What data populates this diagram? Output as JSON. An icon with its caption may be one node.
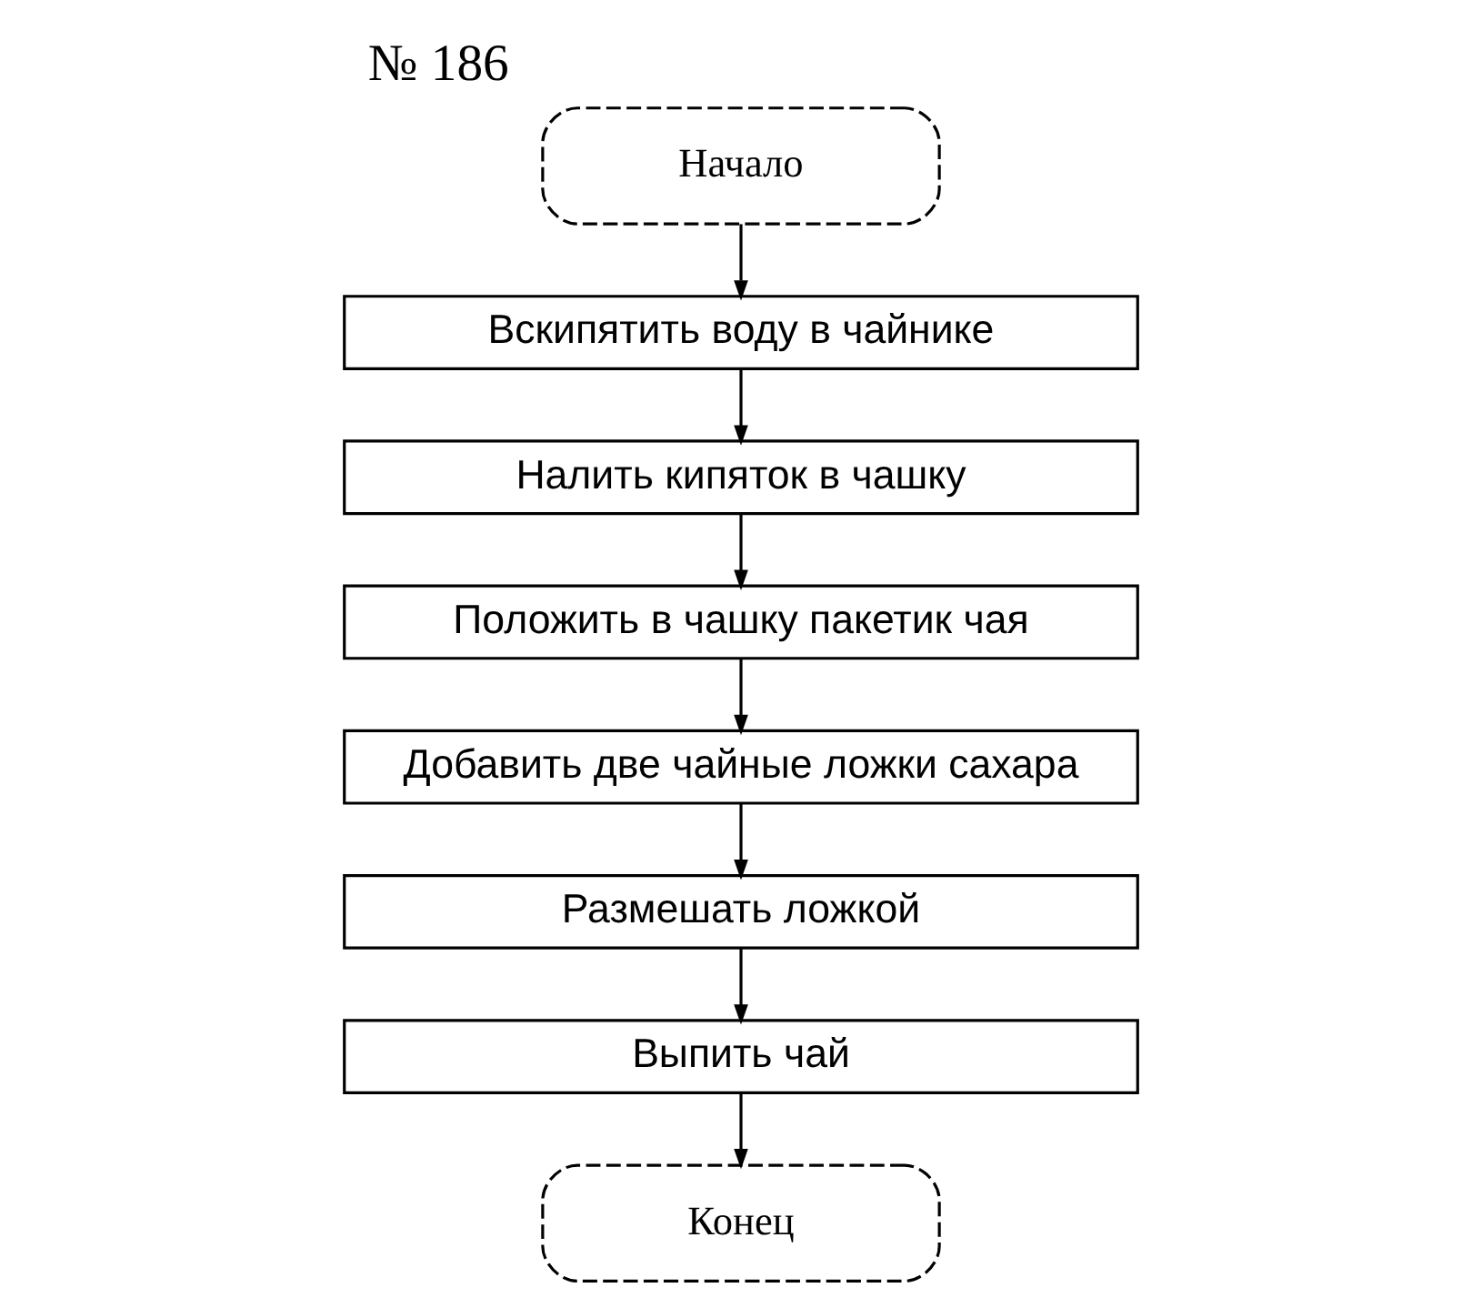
{
  "diagram": {
    "title": "№ 186",
    "nodes": [
      {
        "text": [
          "Начало"
        ]
      },
      {
        "text": [
          "Вскипятить воду в чайнике"
        ]
      },
      {
        "text": [
          "Налить кипяток в чашку"
        ]
      },
      {
        "text": [
          "Положить в чашку пакетик чая"
        ]
      },
      {
        "text": [
          "Добавить две чайные ложки сахара"
        ]
      },
      {
        "text": [
          "Размешать ложкой"
        ]
      },
      {
        "text": [
          "Выпить чай"
        ]
      },
      {
        "text": [
          "Конец"
        ]
      }
    ],
    "edges": [
      {
        "from": 0,
        "to": 1,
        "arrow": "to"
      },
      {
        "from": 1,
        "to": 2,
        "arrow": "to"
      },
      {
        "from": 2,
        "to": 3,
        "arrow": "to"
      },
      {
        "from": 3,
        "to": 4,
        "arrow": "to"
      },
      {
        "from": 4,
        "to": 5,
        "arrow": "to"
      },
      {
        "from": 5,
        "to": 6,
        "arrow": "to"
      },
      {
        "from": 6,
        "to": 7,
        "arrow": "to"
      }
    ]
  }
}
